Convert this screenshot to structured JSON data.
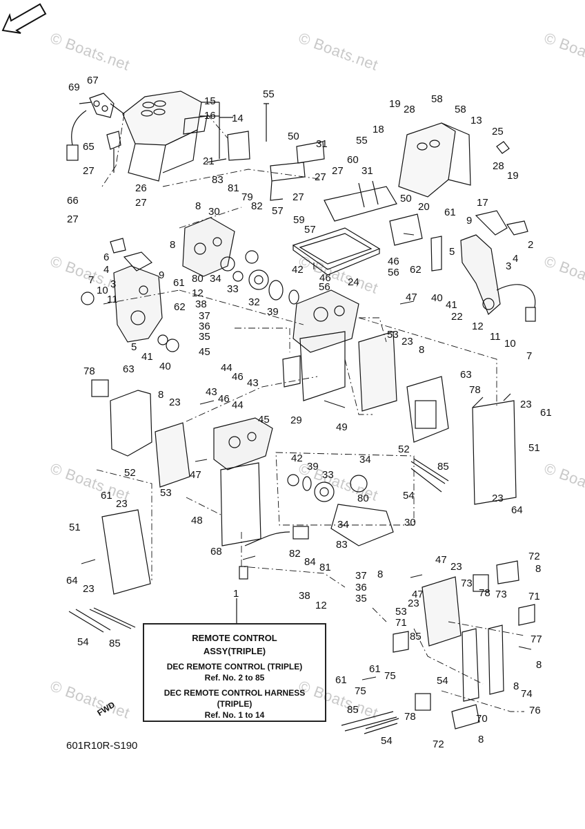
{
  "diagram": {
    "reference_code": "601R10R-S190",
    "forward_label": "FWD",
    "watermark": "© Boats.net",
    "legend": {
      "title_line1": "REMOTE CONTROL",
      "title_line2": "ASSY(TRIPLE)",
      "line1": "DEC REMOTE CONTROL (TRIPLE)",
      "line2": "Ref. No. 2 to 85",
      "line3": "DEC REMOTE CONTROL HARNESS",
      "line4": "(TRIPLE)",
      "line5": "Ref. No. 1 to 14"
    },
    "callouts": [
      "69",
      "67",
      "15",
      "16",
      "14",
      "55",
      "65",
      "27",
      "26",
      "27",
      "21",
      "50",
      "31",
      "19",
      "28",
      "58",
      "58",
      "13",
      "25",
      "18",
      "55",
      "27",
      "60",
      "31",
      "27",
      "28",
      "19",
      "66",
      "27",
      "83",
      "81",
      "79",
      "82",
      "57",
      "27",
      "17",
      "8",
      "30",
      "8",
      "50",
      "59",
      "57",
      "20",
      "61",
      "9",
      "6",
      "4",
      "80",
      "34",
      "42",
      "46",
      "24",
      "5",
      "2",
      "4",
      "3",
      "7",
      "10",
      "11",
      "3",
      "9",
      "61",
      "12",
      "38",
      "37",
      "36",
      "35",
      "33",
      "32",
      "39",
      "56",
      "46",
      "56",
      "62",
      "40",
      "41",
      "47",
      "22",
      "12",
      "11",
      "10",
      "7",
      "5",
      "41",
      "40",
      "62",
      "45",
      "44",
      "46",
      "43",
      "53",
      "23",
      "8",
      "78",
      "63",
      "8",
      "23",
      "43",
      "46",
      "44",
      "29",
      "49",
      "63",
      "78",
      "23",
      "61",
      "45",
      "51",
      "52",
      "47",
      "53",
      "42",
      "39",
      "33",
      "34",
      "54",
      "85",
      "52",
      "80",
      "23",
      "64",
      "61",
      "23",
      "48",
      "30",
      "34",
      "51",
      "68",
      "82",
      "84",
      "83",
      "81",
      "8",
      "37",
      "36",
      "35",
      "38",
      "12",
      "47",
      "23",
      "72",
      "8",
      "64",
      "23",
      "47",
      "73",
      "78",
      "73",
      "23",
      "53",
      "71",
      "1",
      "54",
      "85",
      "71",
      "85",
      "77",
      "61",
      "75",
      "54",
      "8",
      "75",
      "61",
      "8",
      "74",
      "85",
      "76",
      "70",
      "78",
      "54",
      "72",
      "8"
    ]
  }
}
